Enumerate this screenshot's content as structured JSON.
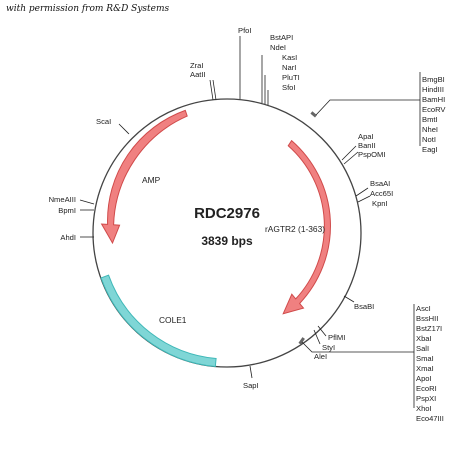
{
  "credit": "with permission from R&D Systems",
  "plasmid": {
    "name": "RDC2976",
    "size": "3839 bps"
  },
  "features": {
    "amp": "AMP",
    "insert": "rAGTR2 (1-363)",
    "ori": "COLE1"
  },
  "colors": {
    "arrow_fill": "#f08080",
    "arrow_stroke": "#d04a4a",
    "ori_fill": "#7fd6d6",
    "ori_stroke": "#3fb8b8",
    "backbone": "#444444"
  },
  "sites": {
    "pfoi": "PfoI",
    "zrai_group": [
      "ZraI",
      "AatII"
    ],
    "bstapi_group": [
      "BstAPI",
      "NdeI",
      "KasI",
      "NarI",
      "PluTI",
      "SfoI"
    ],
    "mcs_top": [
      "BmgBI",
      "HindIII",
      "BamHI",
      "EcoRV",
      "BmtI",
      "NheI",
      "NotI",
      "EagI"
    ],
    "apai_group": [
      "ApaI",
      "BanII",
      "PspOMI"
    ],
    "bsaai_group": [
      "BsaAI",
      "Acc65I",
      "KpnI"
    ],
    "bsabi": "BsaBI",
    "pflmi_group": [
      "PflMI",
      "StyI"
    ],
    "alei": "AleI",
    "mcs_bottom": [
      "AscI",
      "BssHII",
      "BstZ17I",
      "XbaI",
      "SalI",
      "SmaI",
      "XmaI",
      "ApoI",
      "EcoRI",
      "PspXI",
      "XhoI",
      "Eco47III"
    ],
    "sapi": "SapI",
    "scai": "ScaI",
    "left_group": [
      "NmeAIII",
      "BpmI"
    ],
    "ahdi": "AhdI"
  }
}
